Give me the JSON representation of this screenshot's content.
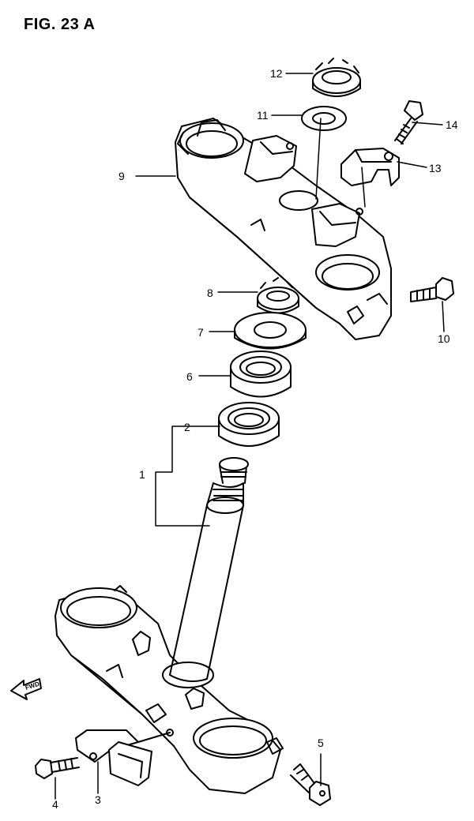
{
  "figure": {
    "title": "FIG. 23 A"
  },
  "fwd_label": "FWD",
  "callouts": [
    "1",
    "2",
    "3",
    "4",
    "5",
    "6",
    "7",
    "8",
    "9",
    "10",
    "11",
    "12",
    "13",
    "14"
  ]
}
